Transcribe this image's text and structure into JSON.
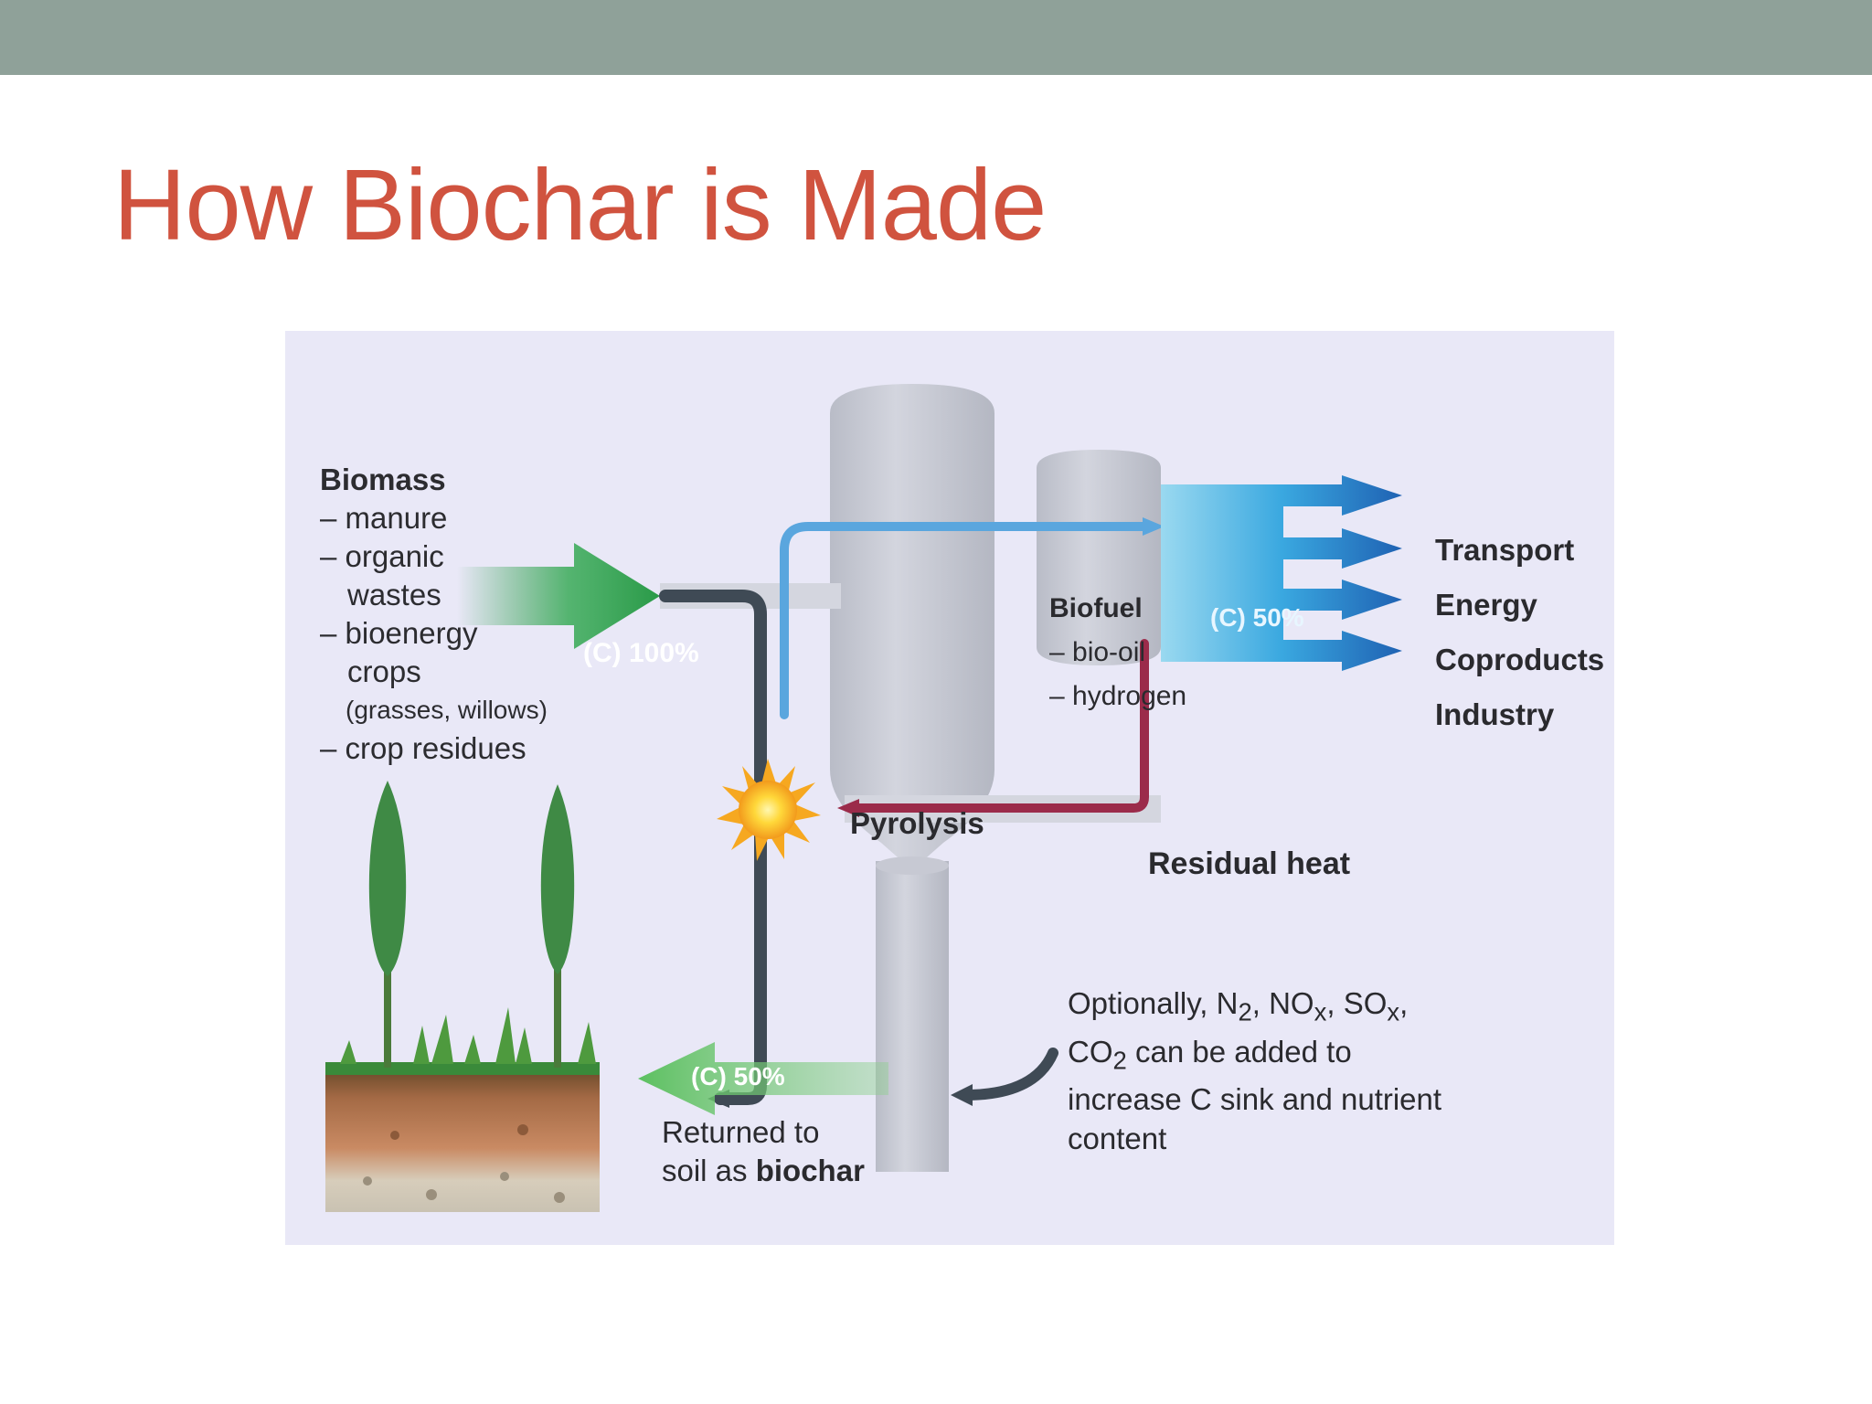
{
  "slide": {
    "title": "How Biochar is Made"
  },
  "diagram": {
    "biomass": {
      "heading": "Biomass",
      "items": [
        "– manure",
        "– organic",
        "wastes",
        "– bioenergy",
        "crops",
        "(grasses, willows)",
        "– crop residues"
      ]
    },
    "input_flow": "(C) 100%",
    "biofuel": {
      "heading": "Biofuel",
      "items": [
        "– bio-oil",
        "– hydrogen"
      ]
    },
    "output_flow": "(C) 50%",
    "outputs": [
      "Transport",
      "Energy",
      "Coproducts",
      "Industry"
    ],
    "process": "Pyrolysis",
    "residual_heat": "Residual heat",
    "optional_note": {
      "line1_prefix": "Optionally, N",
      "n_sub": "2",
      "line1_mid1": ", NO",
      "nox_sub": "x",
      "line1_mid2": ", SO",
      "sox_sub": "x",
      "line1_end": ",",
      "line2_prefix": "CO",
      "co2_sub": "2",
      "line2_end": " can be added to",
      "line3": "increase C sink and nutrient",
      "line4": "content"
    },
    "return_flow": "(C) 50%",
    "returned": {
      "line1": "Returned to",
      "line2_a": "soil as ",
      "line2_b": "biochar"
    },
    "colors": {
      "title": "#d0533f",
      "top_bar": "#8fa199",
      "background": "#e9e8f7",
      "green_arrow": "#2e9a4c",
      "blue_arrow": "#1e5fb0",
      "heat_line": "#9b2b4a",
      "vapor_line": "#5aa6de"
    }
  }
}
